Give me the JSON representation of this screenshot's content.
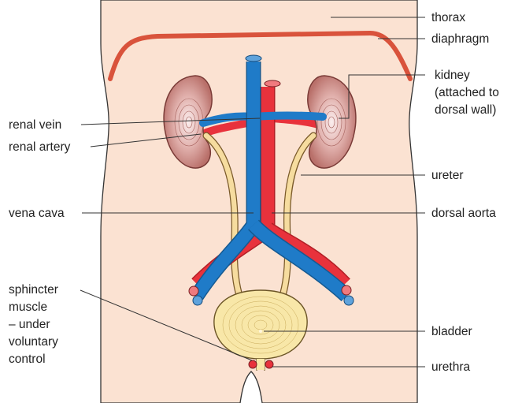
{
  "labels": {
    "thorax": "thorax",
    "diaphragm": "diaphragm",
    "kidney": [
      "kidney",
      "(attached to",
      "dorsal wall)"
    ],
    "renal_vein": "renal vein",
    "renal_artery": "renal artery",
    "ureter": "ureter",
    "vena_cava": "vena cava",
    "dorsal_aorta": "dorsal aorta",
    "sphincter": [
      "sphincter",
      "muscle",
      "– under",
      "voluntary",
      "control"
    ],
    "bladder": "bladder",
    "urethra": "urethra"
  },
  "colors": {
    "skin": "#fbe2d2",
    "outline": "#333333",
    "diaphragm": "#d9533c",
    "vein": "#1f7bc8",
    "artery": "#e8323c",
    "kidney": "#c98a86",
    "ureter": "#f6dc9f",
    "bladder": "#f8e7a8"
  }
}
